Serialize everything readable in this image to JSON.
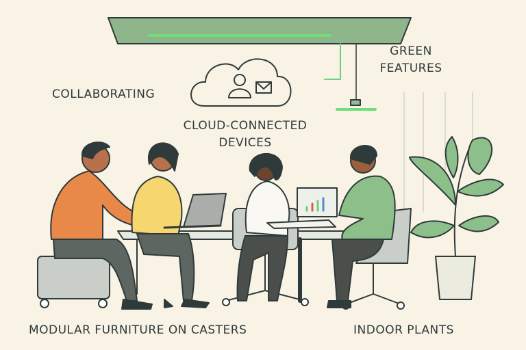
{
  "labels": {
    "collaborating": "COLLABORATING",
    "cloud_line1": "CLOUD-CONNECTED",
    "cloud_line2": "DEVICES",
    "green_line1": "GREEN",
    "green_line2": "FEATURES",
    "furniture": "MODULAR FURNITURE ON CASTERS",
    "plants": "INDOOR PLANTS"
  },
  "colors": {
    "background": "#f8f3e5",
    "light_fixture": "#8fb58a",
    "accent_green": "#6fcf7a",
    "orange_shirt": "#e8894a",
    "yellow_shirt": "#f6d66e",
    "green_shirt": "#8cbf8a",
    "furniture_gray": "#c9cfc8",
    "outline": "#2f3a3a"
  }
}
